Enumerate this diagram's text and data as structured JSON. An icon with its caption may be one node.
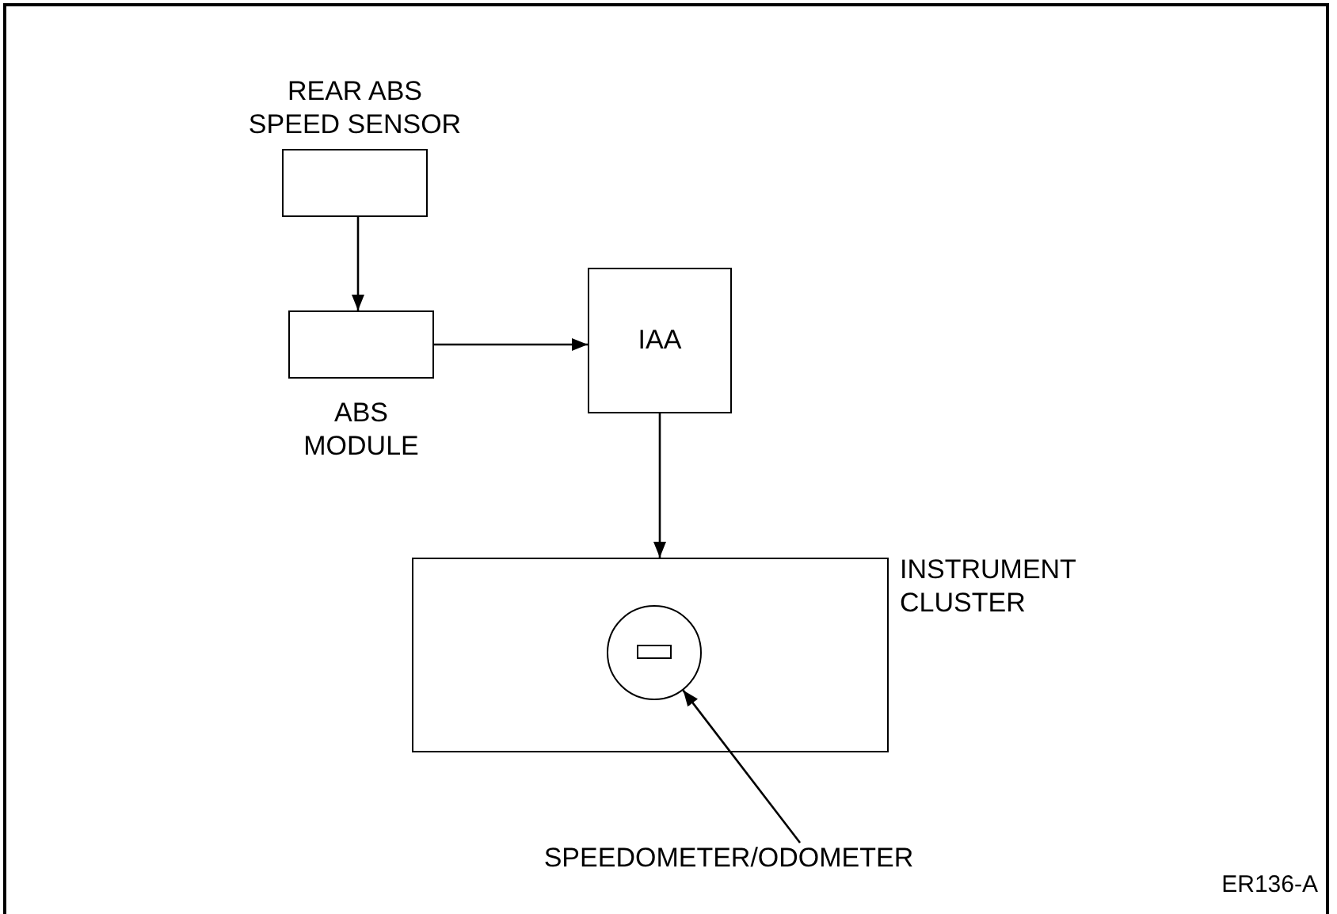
{
  "diagram": {
    "nodes": [
      {
        "text": [
          "REAR ABS SPEED SENSOR"
        ]
      },
      {
        "text": [
          "ABS MODULE"
        ]
      },
      {
        "text": [
          "IAA"
        ]
      },
      {
        "text": [
          "INSTRUMENT CLUSTER"
        ]
      },
      {
        "text": [],
        "shape": "circle",
        "in": 3
      },
      {
        "text": [
          "SPEEDOMETER/ODOMETER"
        ]
      }
    ],
    "edges": [
      {
        "from": 0,
        "to": 1,
        "arrow": "to"
      },
      {
        "from": 1,
        "to": 2,
        "arrow": "to"
      },
      {
        "from": 2,
        "to": 3,
        "arrow": "to"
      },
      {
        "from": 5,
        "to": 4,
        "arrow": "to"
      }
    ],
    "labels": [
      "ER136-A"
    ]
  }
}
